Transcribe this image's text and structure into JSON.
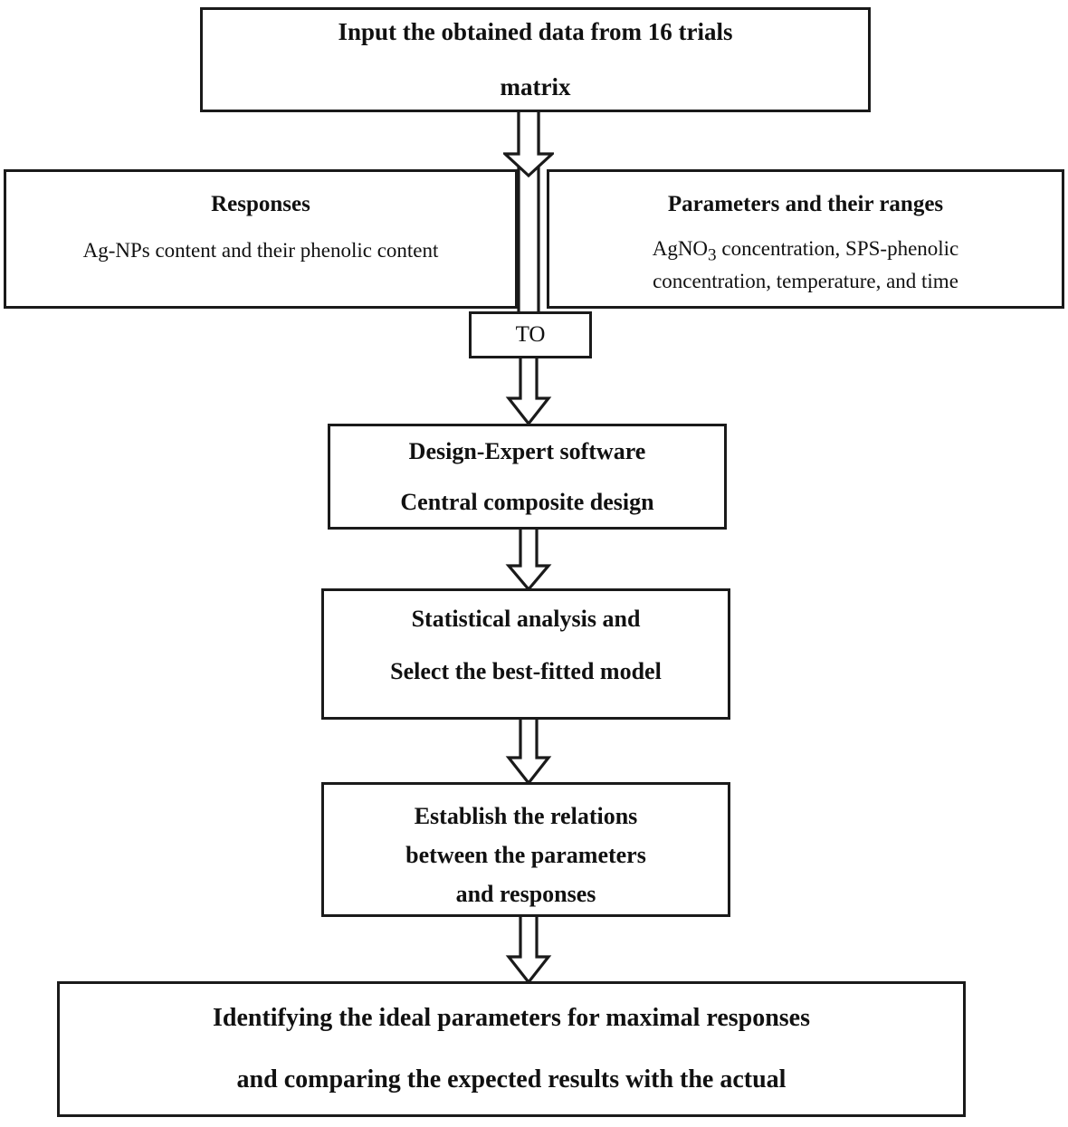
{
  "diagram": {
    "title": "Experimental design workflow flowchart",
    "background_color": "#ffffff",
    "stroke_color": "#1a1a1a"
  },
  "nodes": {
    "input": {
      "line1": "Input the obtained data from 16 trials",
      "line2": "matrix"
    },
    "responses": {
      "title": "Responses",
      "body": "Ag-NPs content and their phenolic content"
    },
    "parameters": {
      "title": "Parameters and their ranges",
      "body_line1_prefix": "AgNO",
      "body_line1_subscript": "3",
      "body_line1_suffix": " concentration, SPS-phenolic",
      "body_line2": "concentration, temperature, and time"
    },
    "connector": {
      "label": "TO"
    },
    "design": {
      "line1": "Design-Expert software",
      "line2": "Central composite design"
    },
    "stats": {
      "line1": "Statistical analysis and",
      "line2": "Select the best-fitted model"
    },
    "establish": {
      "line1": "Establish the relations",
      "line2": "between the parameters",
      "line3": "and responses"
    },
    "final": {
      "line1": "Identifying the ideal parameters for maximal responses",
      "line2": "and comparing the expected results with the actual"
    }
  },
  "arrows": [
    {
      "name": "arrow-input-to-middle",
      "from": "input",
      "to": "connector-row"
    },
    {
      "name": "arrow-to-design",
      "from": "connector",
      "to": "design"
    },
    {
      "name": "arrow-design-stats",
      "from": "design",
      "to": "stats"
    },
    {
      "name": "arrow-stats-establish",
      "from": "stats",
      "to": "establish"
    },
    {
      "name": "arrow-establish-final",
      "from": "establish",
      "to": "final"
    }
  ]
}
